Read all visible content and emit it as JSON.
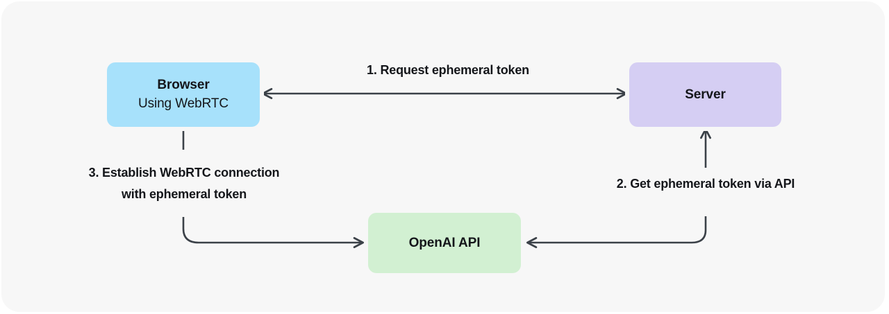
{
  "diagram": {
    "title_visible": false,
    "background_color": "#f7f7f7",
    "page_color": "#ffffff",
    "line_color": "#3b4148",
    "text_color": "#14161a",
    "nodes": [
      {
        "id": "browser",
        "title": "Browser",
        "subtitle": "Using WebRTC",
        "color": "#a7e1fb"
      },
      {
        "id": "server",
        "title": "Server",
        "subtitle": "",
        "color": "#d5cef3"
      },
      {
        "id": "openai",
        "title": "OpenAI API",
        "subtitle": "",
        "color": "#d2f0d2"
      }
    ],
    "edges": [
      {
        "id": "edge-1",
        "label": "1.  Request ephemeral token",
        "from": "browser",
        "to": "server",
        "style": "bidirectional-straight"
      },
      {
        "id": "edge-2",
        "label": "2. Get ephemeral token via API",
        "from": "openai",
        "to": "server",
        "style": "curved-up"
      },
      {
        "id": "edge-3",
        "label": "3.  Establish WebRTC connection\nwith ephemeral token",
        "from": "browser",
        "to": "openai",
        "style": "curved-down"
      }
    ]
  }
}
